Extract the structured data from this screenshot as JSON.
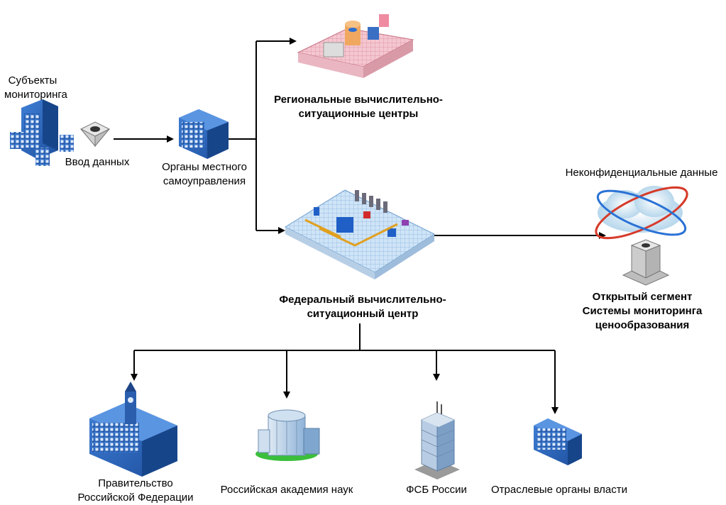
{
  "nodes": {
    "subjects": {
      "line1": "Субъекты",
      "line2": "мониторинга"
    },
    "data_input": {
      "label": "Ввод данных"
    },
    "local_gov": {
      "line1": "Органы местного",
      "line2": "самоуправления"
    },
    "regional": {
      "line1": "Региональные вычислительно-",
      "line2": "ситуационные центры"
    },
    "federal": {
      "line1": "Федеральный вычислительно-",
      "line2": "ситуационный центр"
    },
    "nonconfidential": {
      "label": "Неконфиденциальные данные"
    },
    "open_segment": {
      "line1": "Открытый сегмент",
      "line2": "Системы мониторинга",
      "line3": "ценообразования"
    }
  },
  "recipients": [
    {
      "line1": "Правительство",
      "line2": "Российской Федерации"
    },
    {
      "label": "Российская академия наук"
    },
    {
      "label": "ФСБ России"
    },
    {
      "label": "Отраслевые органы власти"
    }
  ]
}
